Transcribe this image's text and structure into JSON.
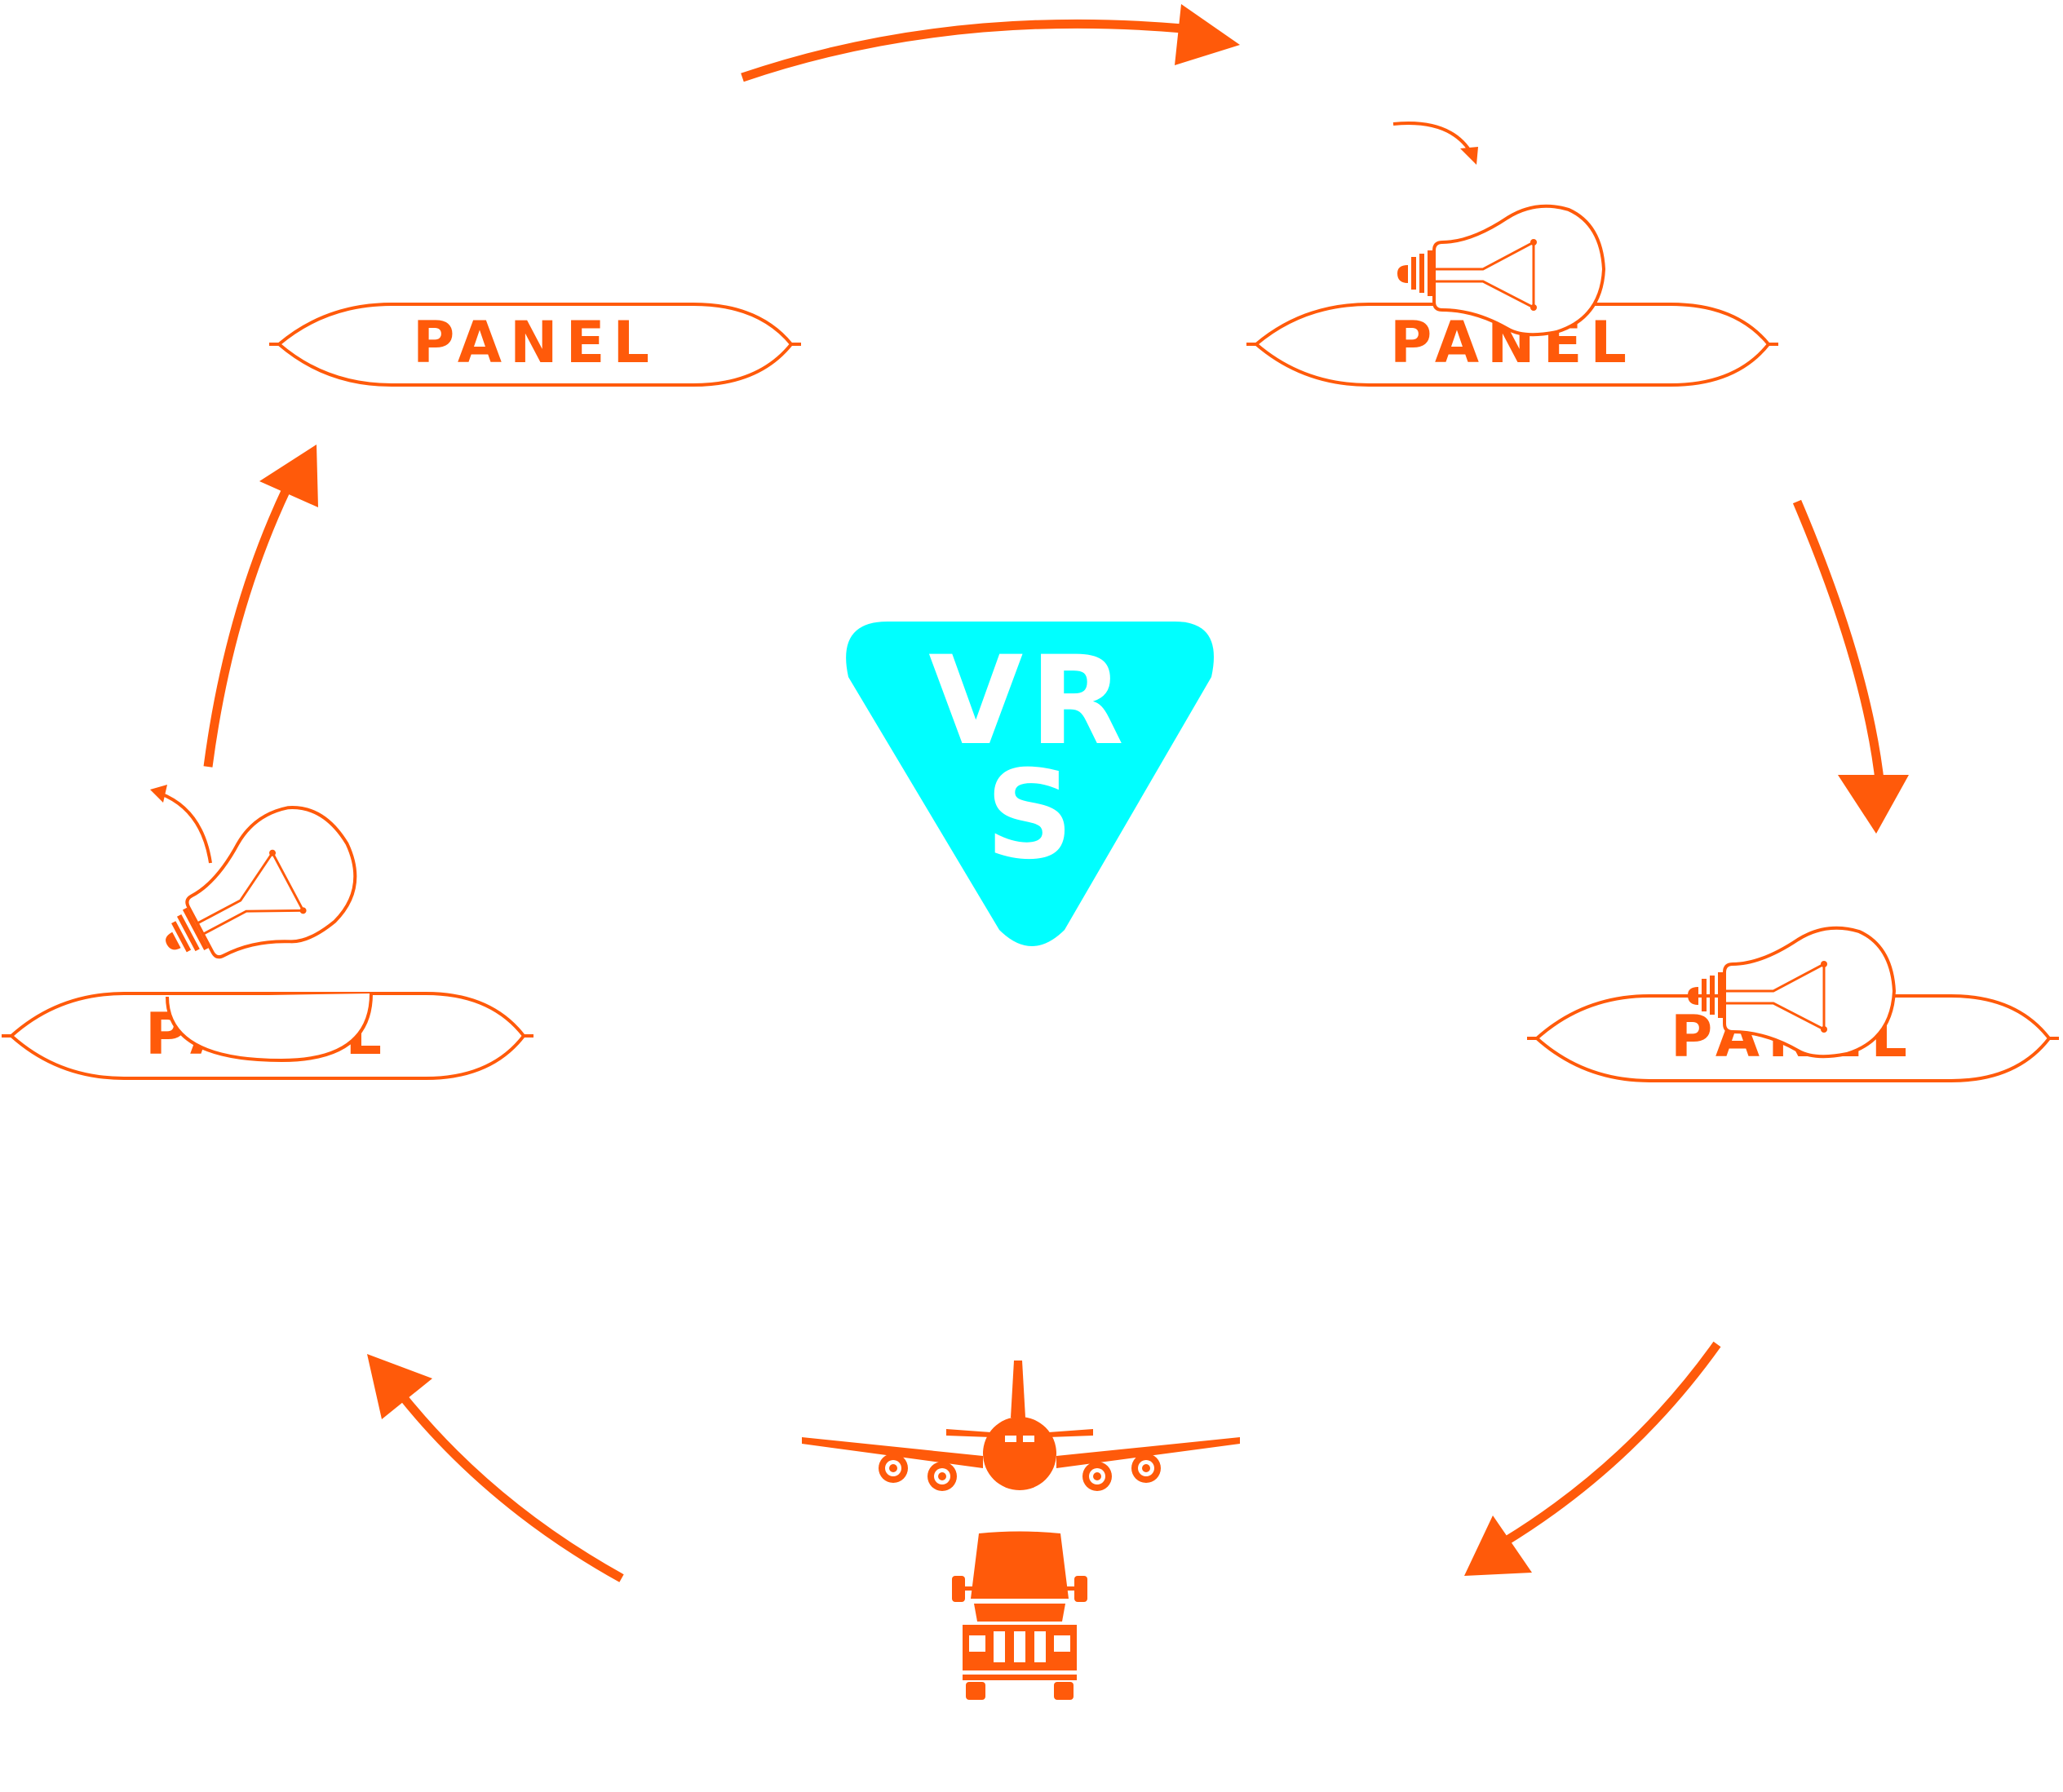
{
  "colors": {
    "accent": "#ff5a0a",
    "logo": "#00ffff",
    "background": "#ffffff"
  },
  "logo": {
    "line1": "VR",
    "line2": "S"
  },
  "panels": [
    {
      "label": "PANEL",
      "position": "top-left",
      "has_bulb": false
    },
    {
      "label": "PANEL",
      "position": "top-right",
      "has_bulb": true
    },
    {
      "label": "PANEL",
      "position": "right",
      "has_bulb": true
    },
    {
      "label": "PANEL",
      "position": "left",
      "has_bulb": true
    }
  ],
  "transport_icons": [
    "airplane-icon",
    "truck-icon"
  ],
  "cycle_direction": "clockwise"
}
